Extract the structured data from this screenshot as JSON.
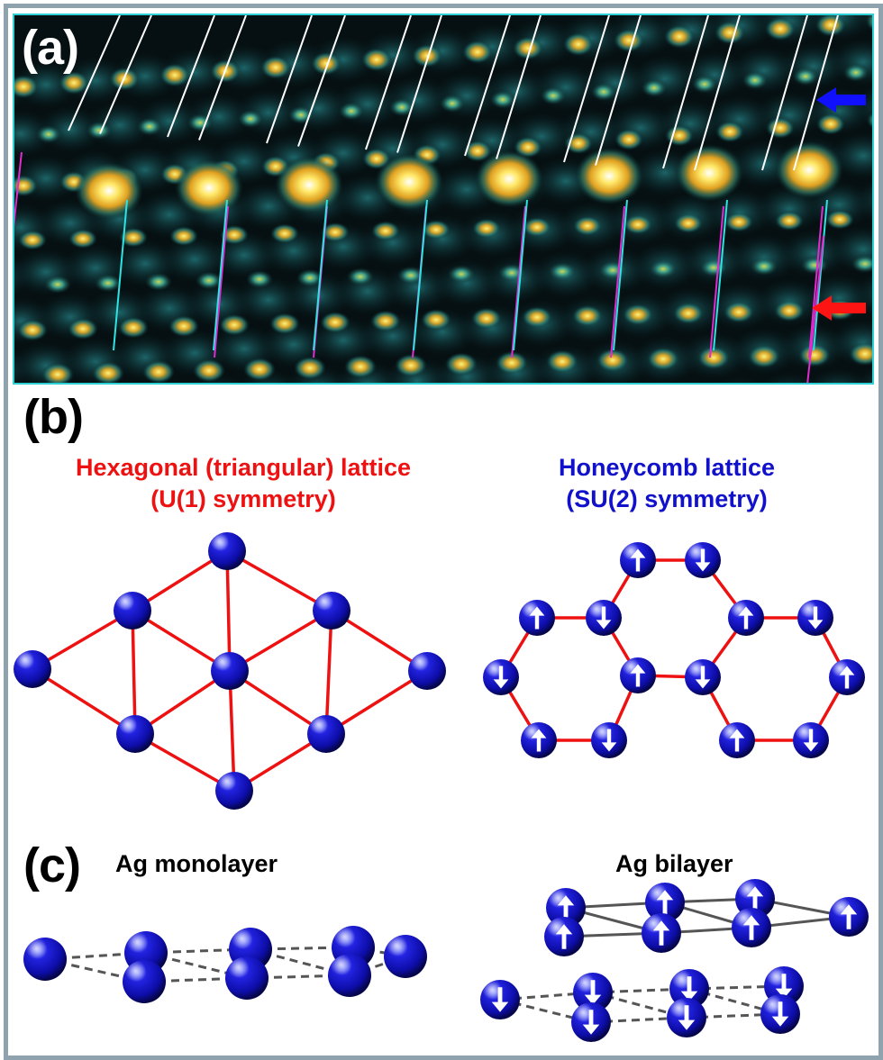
{
  "panel_a": {
    "label": "(a)",
    "arrow_colors": {
      "top": "#1010ff",
      "bottom": "#ff1414"
    },
    "line_colors": {
      "upper": "#ffffff",
      "lower_a": "#2fe3e3",
      "lower_b": "#e02bd0"
    }
  },
  "panel_b": {
    "label": "(b)",
    "hexagonal": {
      "title_line1": "Hexagonal (triangular) lattice",
      "title_line2": "(U(1) symmetry)",
      "color": "#ee1111"
    },
    "honeycomb": {
      "title_line1": "Honeycomb lattice",
      "title_line2": "(SU(2) symmetry)",
      "color": "#1111cc"
    }
  },
  "panel_c": {
    "label": "(c)",
    "monolayer_title": "Ag monolayer",
    "bilayer_title": "Ag bilayer"
  },
  "colors": {
    "atom": "#1212c8",
    "bond": "#ee1111",
    "dash": "#555555",
    "solid": "#555555"
  }
}
